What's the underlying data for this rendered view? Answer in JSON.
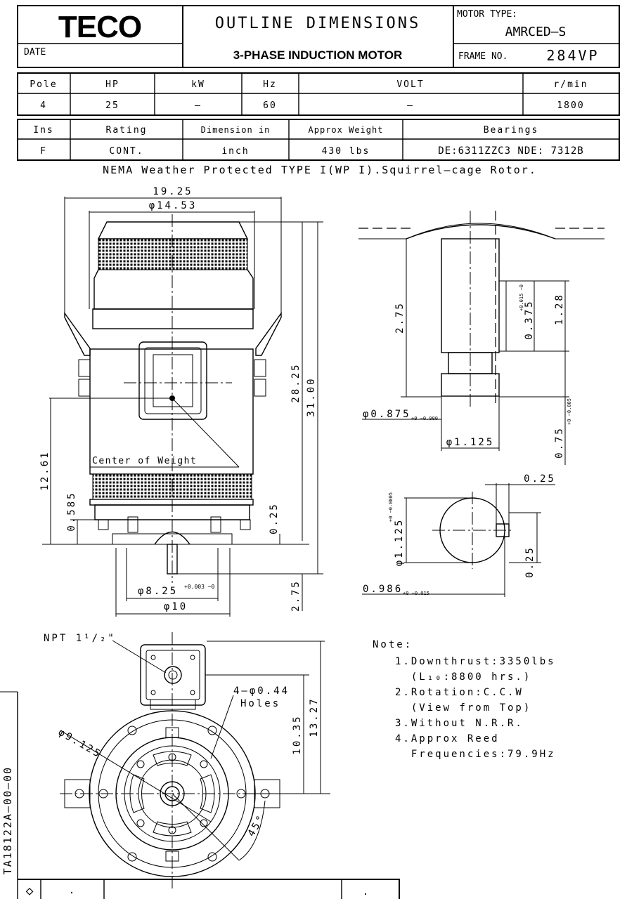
{
  "header": {
    "logo": "TECO",
    "date_label": "DATE",
    "title": "OUTLINE DIMENSIONS",
    "subtitle": "3-PHASE INDUCTION MOTOR",
    "motor_type_label": "MOTOR TYPE:",
    "motor_type": "AMRCED—S",
    "frame_label": "FRAME NO.",
    "frame_no": "284VP"
  },
  "spec_table_1": {
    "headers": [
      "Pole",
      "HP",
      "kW",
      "Hz",
      "VOLT",
      "r/min"
    ],
    "values": [
      "4",
      "25",
      "—",
      "60",
      "—",
      "1800"
    ]
  },
  "spec_table_2": {
    "headers": [
      "Ins",
      "Rating",
      "Dimension in",
      "Approx Weight",
      "Bearings"
    ],
    "values": [
      "F",
      "CONT.",
      "inch",
      "430 lbs",
      "DE:6311ZZC3 NDE: 7312B"
    ]
  },
  "nema_line": "NEMA Weather Protected TYPE I(WP I).Squirrel—cage Rotor.",
  "front_view": {
    "dim_overall_width": "19.25",
    "dim_cap_dia": "φ14.53",
    "dim_base_height": "28.25",
    "dim_total_height": "31.00",
    "dim_cog_height": "12.61",
    "dim_foot": "0.585",
    "dim_flange_gap": "0.25",
    "dim_spigot_dia": "φ8.25",
    "dim_spigot_tol": "+0.003 −0",
    "dim_flange_dia": "φ10",
    "dim_shaft_ext": "2.75",
    "cog_label": "Center of Weight"
  },
  "shaft_detail": {
    "dim_len": "2.75",
    "dim_key_len": "0.375",
    "dim_key_tol": "+0.015 −0",
    "dim_key_offset": "1.28",
    "dim_shaft_dia": "φ0.875",
    "dim_shaft_tol": "+0 −0.000",
    "dim_collar_dia": "φ1.125",
    "dim_end": "0.75",
    "dim_end_tol": "+0 −0.005"
  },
  "shaft_section": {
    "dim_key_width": "0.25",
    "dim_dia": "φ1.125",
    "dim_dia_tol": "+0 −0.0005",
    "dim_key_depth": "0.25",
    "dim_d": "0.986",
    "dim_d_tol": "+0 −0.015"
  },
  "bottom_view": {
    "npt_label": "NPT 1¹/₂\"",
    "holes_label": "4—φ0.44",
    "holes_word": "Holes",
    "dim_bolt_circle": "φ9.125",
    "dim_box_center": "10.35",
    "dim_box_top": "13.27",
    "dim_angle": "45°"
  },
  "notes": {
    "title": "Note:",
    "items": [
      "1.Downthrust:3350lbs",
      "  (L₁₀:8800 hrs.)",
      "2.Rotation:C.C.W",
      "  (View from Top)",
      "3.Without N.R.R.",
      "4.Approx Reed",
      "  Frequencies:79.9Hz"
    ]
  },
  "drawing_no": "TA18122A—00—00",
  "title_block": {
    "rev_mark": "◇",
    "cell_a": "·",
    "cell_b": "·"
  }
}
